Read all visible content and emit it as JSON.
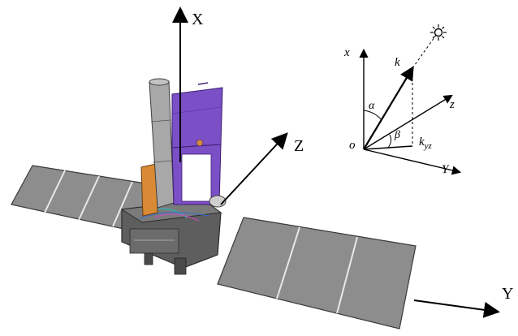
{
  "diagram": {
    "main_axes": {
      "x": "X",
      "y": "Y",
      "z": "Z"
    },
    "inset": {
      "origin": "o",
      "x_axis": "x",
      "y_axis": "Y",
      "z_axis": "z",
      "vector": "k",
      "alpha": "α",
      "beta": "β",
      "projection": "k",
      "projection_sub": "yz",
      "sun_icon": "sun-icon"
    }
  },
  "colors": {
    "line": "#000000",
    "panel_fill": "#8c8c8c",
    "panel_edge": "#4a4a4a",
    "telescope": "#a6a6a6",
    "purple_module": "#7a4fc4",
    "orange_module": "#d9882f",
    "bus": "#5a5a5a"
  }
}
